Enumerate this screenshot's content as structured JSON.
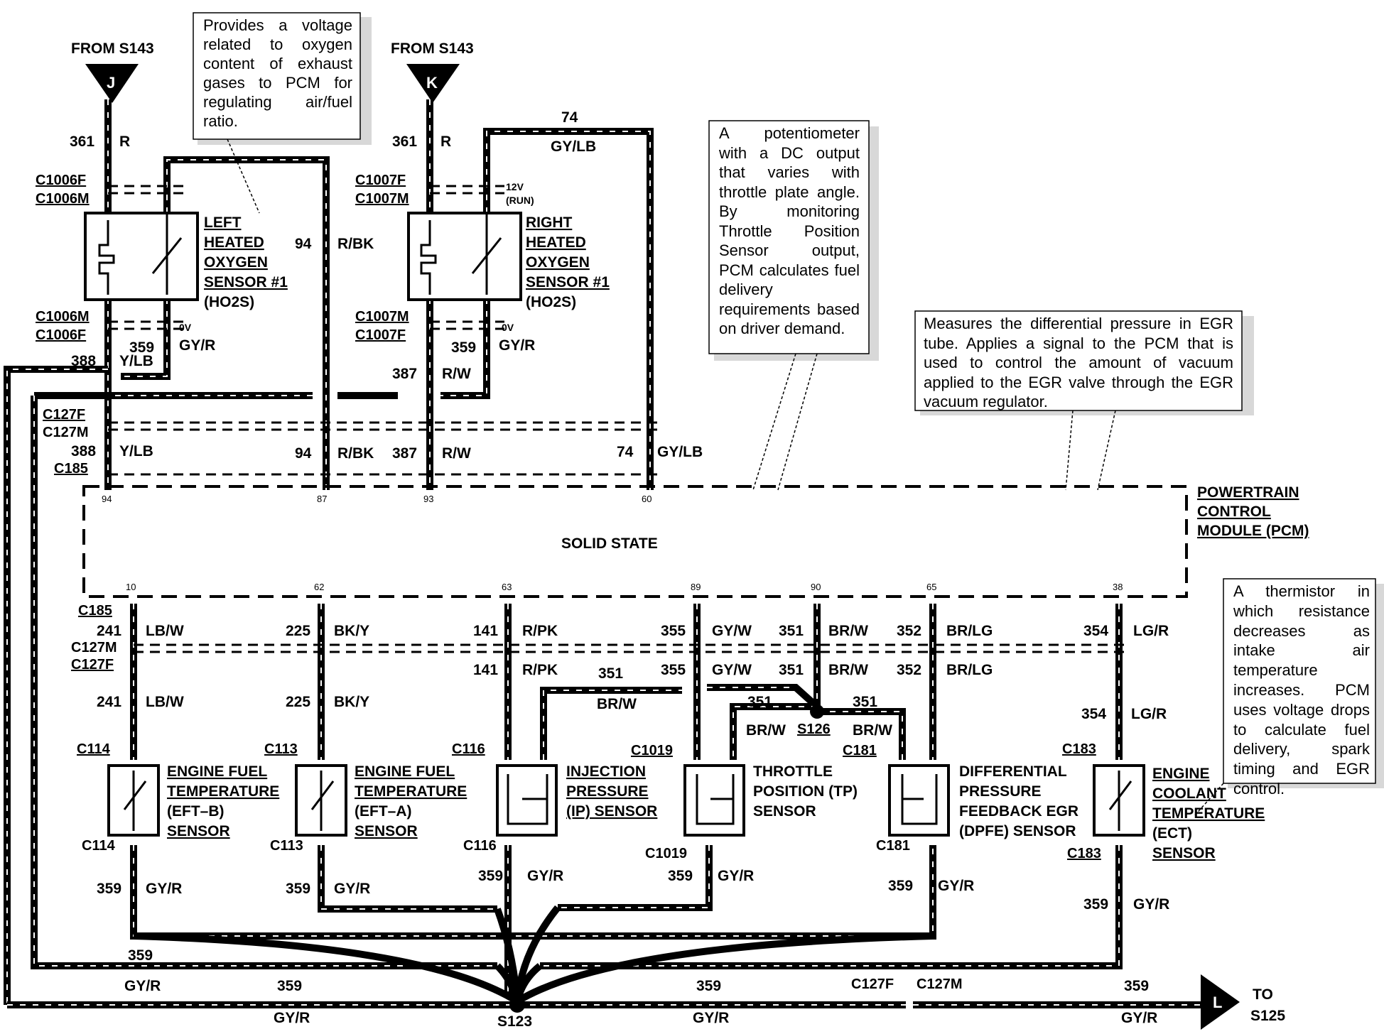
{
  "top": {
    "from_j": "FROM S143",
    "from_k": "FROM S143",
    "j_letter": "J",
    "k_letter": "K",
    "l_letter": "L",
    "to_s125_line1": "TO",
    "to_s125_line2": "S125"
  },
  "notes": {
    "o2": "Provides a voltage related to oxygen content of exhaust gases to PCM for regulating air/fuel ratio.",
    "tp": "A potentiometer with a DC output that varies with throttle plate angle. By monitoring Throttle Position Sensor output, PCM calculates fuel delivery requirements based on driver demand.",
    "dpfe": "Measures the differential pressure in EGR tube. Applies a signal to the PCM that is used to control the amount of vacuum applied to the EGR valve through the EGR vacuum regulator.",
    "ect": "A thermistor in which resistance decreases as intake air temperature increases. PCM uses voltage drops to calculate fuel delivery, spark timing and EGR control."
  },
  "components": {
    "left_o2": [
      "LEFT",
      "HEATED",
      "OXYGEN",
      "SENSOR #1",
      "(HO2S)"
    ],
    "right_o2": [
      "RIGHT",
      "HEATED",
      "OXYGEN",
      "SENSOR #1",
      "(HO2S)"
    ],
    "pcm": [
      "POWERTRAIN",
      "CONTROL",
      "MODULE (PCM)"
    ],
    "pcm_body": "SOLID STATE",
    "eftb": [
      "ENGINE FUEL",
      "TEMPERATURE",
      "(EFT–B)",
      "SENSOR"
    ],
    "efta": [
      "ENGINE FUEL",
      "TEMPERATURE",
      "(EFT–A)",
      "SENSOR"
    ],
    "ip": [
      "INJECTION",
      "PRESSURE",
      "(IP) SENSOR"
    ],
    "tp": [
      "THROTTLE",
      "POSITION (TP)",
      "SENSOR"
    ],
    "dpfe": [
      "DIFFERENTIAL",
      "PRESSURE",
      "FEEDBACK EGR",
      "(DPFE) SENSOR"
    ],
    "ect": [
      "ENGINE",
      "COOLANT",
      "TEMPERATURE",
      "(ECT)",
      "SENSOR"
    ]
  },
  "connectors": {
    "c1006f": "C1006F",
    "c1006m": "C1006M",
    "c1007f": "C1007F",
    "c1007m": "C1007M",
    "c127f": "C127F",
    "c127m": "C127M",
    "c185": "C185",
    "c114": "C114",
    "c113": "C113",
    "c116": "C116",
    "c1019": "C1019",
    "c181": "C181",
    "c183": "C183",
    "s123": "S123",
    "s126": "S126"
  },
  "pins": {
    "p94": "94",
    "p87": "87",
    "p93": "93",
    "p60": "60",
    "p10": "10",
    "p62": "62",
    "p63": "63",
    "p89": "89",
    "p90": "90",
    "p65": "65",
    "p38": "38"
  },
  "wires": {
    "n361": "361",
    "r": "R",
    "n74": "74",
    "gylb": "GY/LB",
    "n94": "94",
    "rbk": "R/BK",
    "n359": "359",
    "gyr": "GY/R",
    "n388": "388",
    "ylb": "Y/LB",
    "n387": "387",
    "rw": "R/W",
    "n241": "241",
    "lbw": "LB/W",
    "n225": "225",
    "bky": "BK/Y",
    "n141": "141",
    "rpk": "R/PK",
    "n355": "355",
    "gyw": "GY/W",
    "n351": "351",
    "brw": "BR/W",
    "n352": "352",
    "brlg": "BR/LG",
    "n354": "354",
    "lgr": "LG/R",
    "v12": "12V",
    "run": "(RUN)",
    "v0": "0V"
  }
}
